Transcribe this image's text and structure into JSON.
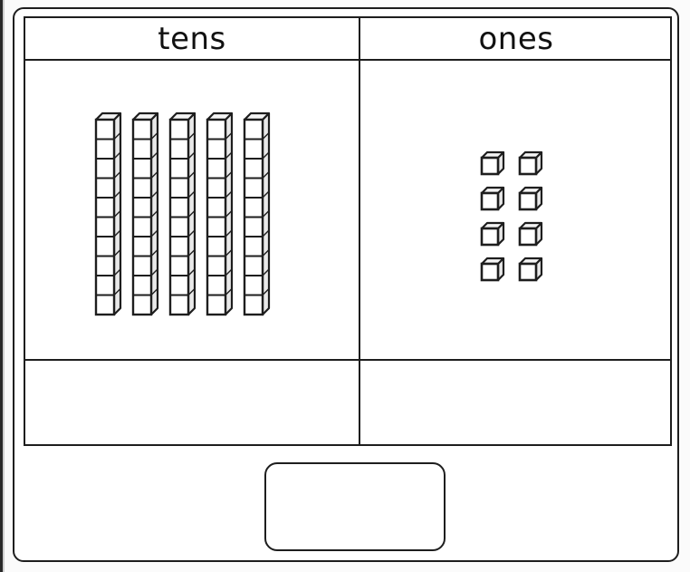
{
  "place_value_chart": {
    "columns": [
      {
        "label": "tens",
        "blocks": 5,
        "block_type": "ten-rod"
      },
      {
        "label": "ones",
        "blocks": 8,
        "block_type": "unit-cube"
      }
    ]
  },
  "answer_box": {
    "value": ""
  },
  "colors": {
    "ink": "#1e1e1e",
    "paper": "#ffffff"
  }
}
